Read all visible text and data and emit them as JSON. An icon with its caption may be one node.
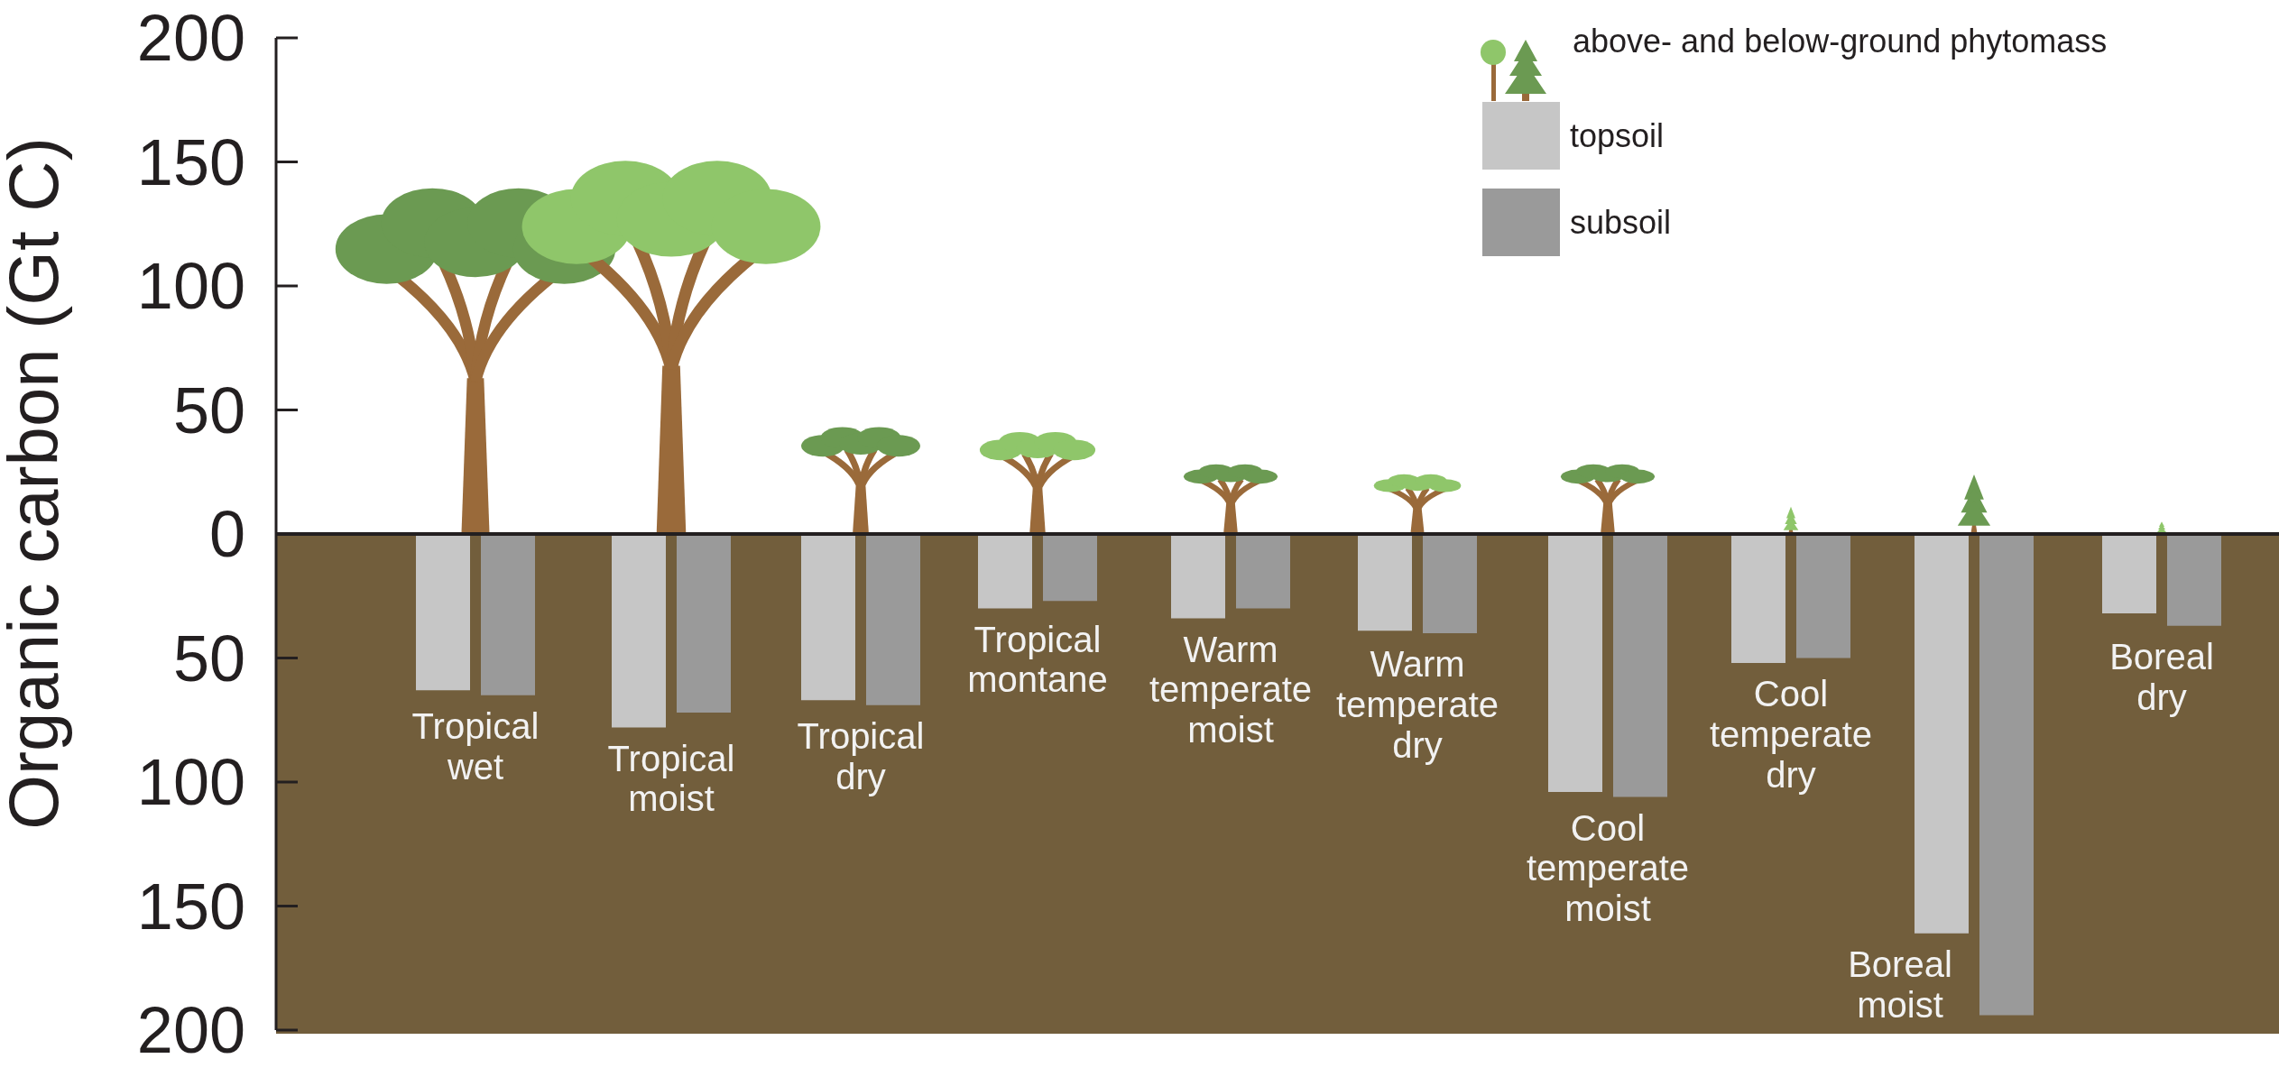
{
  "diagram": {
    "legend": [
      {
        "text": "above- and below-ground phytomass"
      },
      {
        "text": "topsoil",
        "color": "#c6c6c6"
      },
      {
        "text": "subsoil",
        "color": "#9a9a9a"
      }
    ],
    "chart_data": {
      "type": "bar",
      "ylabel": "Organic carbon (Gt C)",
      "categories": [
        "Tropical wet",
        "Tropical moist",
        "Tropical dry",
        "Tropical montane",
        "Warm temperate moist",
        "Warm temperate dry",
        "Cool temperate moist",
        "Cool temperate dry",
        "Boreal moist",
        "Boreal dry"
      ],
      "series": [
        {
          "color": "#c6c6c6",
          "values": [
            -63,
            -78,
            -67,
            -30,
            -34,
            -39,
            -104,
            -52,
            -161,
            -32
          ]
        },
        {
          "color": "#9a9a9a",
          "values": [
            -65,
            -72,
            -69,
            -27,
            -30,
            -40,
            -106,
            -50,
            -194,
            -37
          ]
        }
      ],
      "ylim": [
        -200,
        200
      ],
      "yticks": [
        {
          "value": 200,
          "label": "200"
        },
        {
          "value": 150,
          "label": "150"
        },
        {
          "value": 100,
          "label": "100"
        },
        {
          "value": 50,
          "label": "50"
        },
        {
          "value": 0,
          "label": "0"
        },
        {
          "value": -50,
          "label": "50"
        },
        {
          "value": -100,
          "label": "100"
        },
        {
          "value": -150,
          "label": "150"
        },
        {
          "value": -200,
          "label": "200"
        }
      ]
    }
  }
}
